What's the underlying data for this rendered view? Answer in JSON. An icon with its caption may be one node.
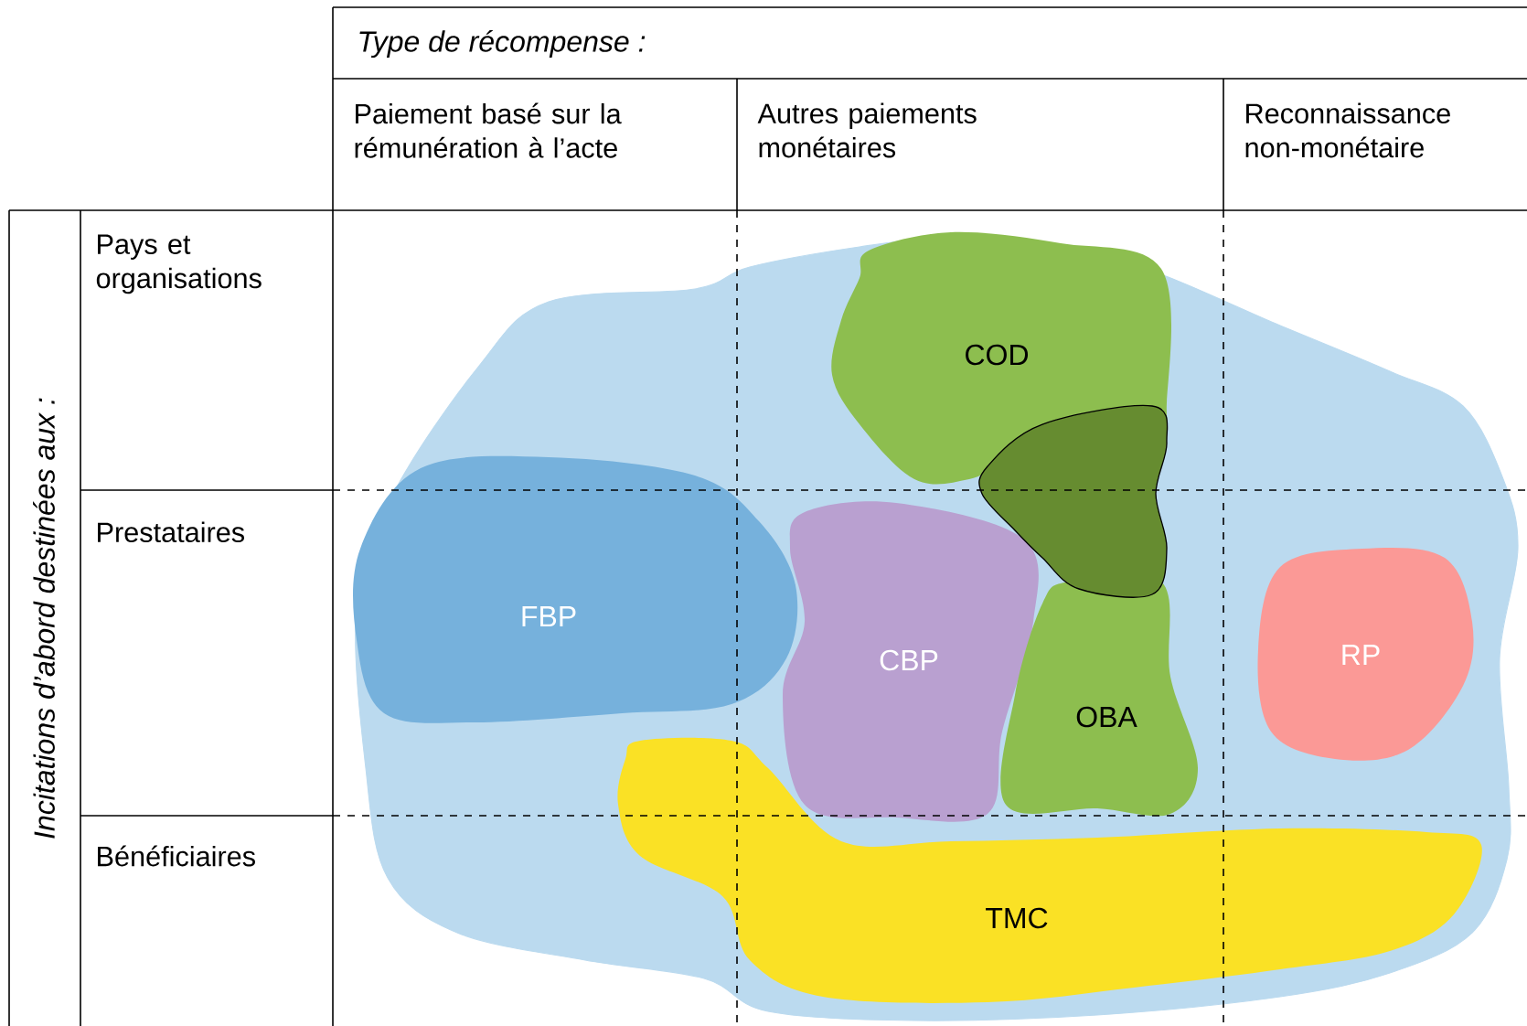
{
  "diagram": {
    "nodes": [
      {
        "text": [],
        "shape": "cloud"
      },
      {
        "text": [
          "COD"
        ],
        "in": 0
      },
      {
        "text": [],
        "shape": "cloud",
        "in": 0
      },
      {
        "text": [
          "FBP"
        ],
        "in": 0
      },
      {
        "text": [
          "CBP"
        ],
        "in": 0
      },
      {
        "text": [
          "OBA"
        ],
        "in": 0
      },
      {
        "text": [
          "RP"
        ],
        "in": 0
      },
      {
        "text": [
          "TMC"
        ],
        "in": 0
      }
    ],
    "labels": [
      "Type de récompense :",
      "Paiement basé sur la rémunération à l’acte",
      "Autres paiements monétaires",
      "Reconnaissance non-monétaire",
      "Incitations d’abord destinées aux :",
      "Pays et organisations",
      "Prestataires",
      "Bénéficiaires"
    ]
  }
}
